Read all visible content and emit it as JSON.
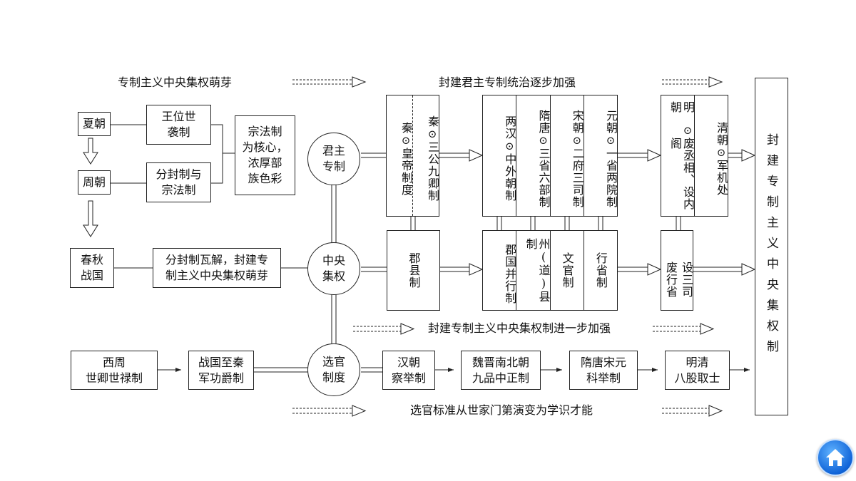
{
  "top_labels": {
    "sprout": "专制主义中央集权萌芽",
    "strengthen": "封建君主专制统治逐步加强",
    "further": "封建专制主义中央集权制进一步加强",
    "selection_trend": "选官标准从世家门第演变为学识才能"
  },
  "early": {
    "xia": "夏朝",
    "zhou": "周朝",
    "chunqiu": "春秋\n战国",
    "wangwei": "王位世\n袭制",
    "fenfeng": "分封制与\n宗法制",
    "zongfa": "宗法制\n为核心，\n浓厚部\n族色彩",
    "wajie": "分封制瓦解，封建专\n制主义中央集权萌芽"
  },
  "hubs": {
    "junzhu": "君主\n专制",
    "zhongyang": "中央\n集权",
    "xuanguan": "选官\n制度"
  },
  "monarchy": {
    "qin1": "秦",
    "qin1_item": "皇帝制度",
    "qin2": "秦",
    "qin2_item": "三公九卿制",
    "han": "两汉",
    "han_item": "中外朝制",
    "suitang": "隋唐",
    "suitang_item": "三省六部制",
    "song": "宋朝",
    "song_item": "二府三司制",
    "yuan": "元朝",
    "yuan_item": "一省两院制",
    "ming": "明朝",
    "ming_item": "废丞相、设内阁",
    "qing": "清朝",
    "qing_item": "军机处"
  },
  "central": {
    "junxian": "郡县制",
    "junguo": "郡国并行制",
    "zhoudao": "州(道)县制",
    "wenguan": "文官制",
    "xingsheng": "行省制",
    "ming_qing_a": "废行省",
    "ming_qing_b": "设三司"
  },
  "selection": {
    "xizhou": "西周\n世卿世禄制",
    "zhanguo": "战国至秦\n军功爵制",
    "han": "汉朝\n察举制",
    "weijin": "魏晋南北朝\n九品中正制",
    "suitang": "隋唐宋元\n科举制",
    "mingqing": "明清\n八股取士"
  },
  "conclusion": "封建专制主义中央集权制",
  "icons": {
    "circle_marker": "circle-chevron-down-icon",
    "home": "home-icon"
  }
}
